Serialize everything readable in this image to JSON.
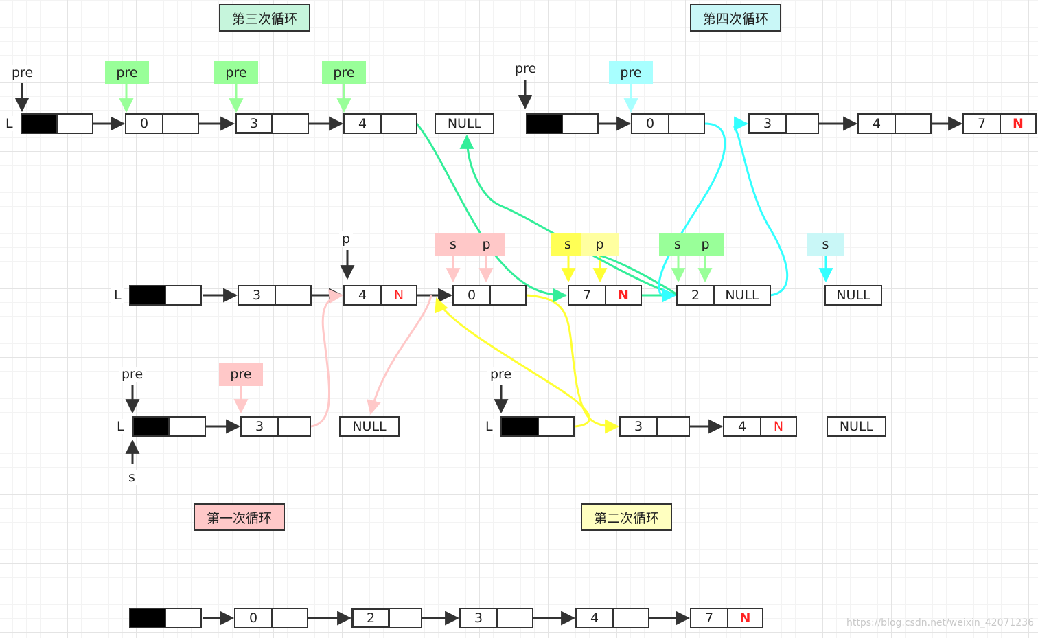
{
  "titles": {
    "loop1": "第一次循环",
    "loop2": "第二次循环",
    "loop3": "第三次循环",
    "loop4": "第四次循环"
  },
  "labels": {
    "L": "L",
    "pre": "pre",
    "p": "p",
    "s": "s"
  },
  "values": {
    "null": "NULL",
    "n": "N",
    "v0": "0",
    "v2": "2",
    "v3": "3",
    "v4": "4",
    "v7": "7"
  },
  "colors": {
    "loop1": "#ffc8c8",
    "loop2": "#ffffa0",
    "loop3": "#99ff99",
    "loop4": "#a8ffff",
    "arrow_pink": "#ffc8c8",
    "arrow_yellow": "#ffff33",
    "arrow_green": "#33ee99",
    "arrow_cyan": "#33ffff",
    "n_red": "#ff2222"
  },
  "watermark": "https://blog.csdn.net/weixin_42071236"
}
